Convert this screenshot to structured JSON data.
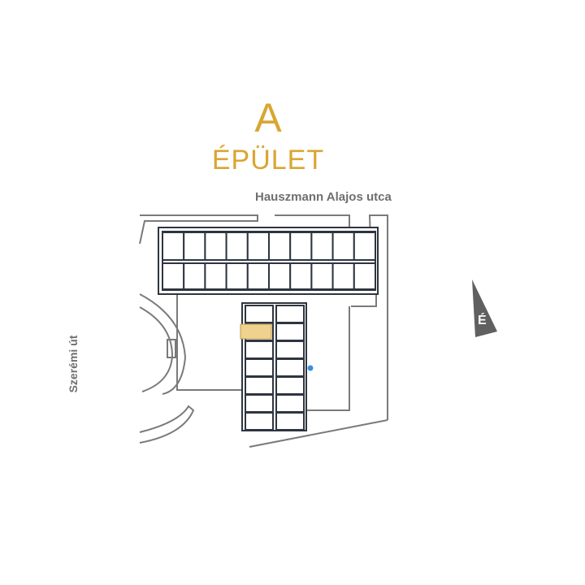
{
  "building": {
    "letter": "A",
    "word": "ÉPÜLET"
  },
  "streets": {
    "top": "Hauszmann Alajos utca",
    "left": "Szerémi út"
  },
  "compass": {
    "label": "É",
    "icon": "north-arrow-icon"
  },
  "colors": {
    "accent": "#d9a632",
    "highlight": "#f0d28e",
    "wall": "#2e3540",
    "site": "#7a7a7a",
    "marker": "#3b8fe0"
  },
  "plan": {
    "highlighted_unit": "selected-apartment",
    "marker": "location-marker"
  }
}
